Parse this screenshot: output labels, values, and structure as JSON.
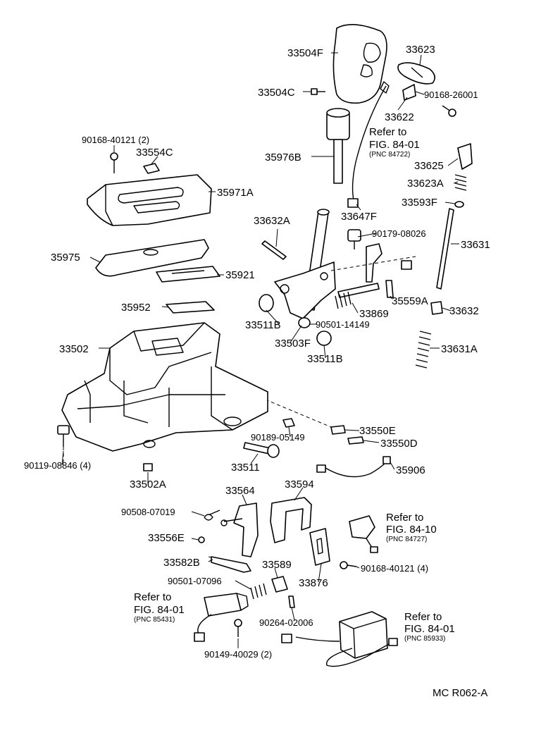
{
  "diagram_code": "MC  R062-A",
  "refs": {
    "r1": {
      "refer": "Refer to",
      "fig": "FIG. 84-01",
      "pnc": "(PNC 84722)"
    },
    "r2": {
      "refer": "Refer to",
      "fig": "FIG. 84-10",
      "pnc": "(PNC 84727)"
    },
    "r3": {
      "refer": "Refer to",
      "fig": "FIG. 84-01",
      "pnc": "(PNC 85431)"
    },
    "r4": {
      "refer": "Refer to",
      "fig": "FIG. 84-01",
      "pnc": "(PNC 85933)"
    }
  },
  "parts": {
    "p33504F": "33504F",
    "p33623": "33623",
    "p33504C": "33504C",
    "p90168_26001": "90168-26001",
    "p33622": "33622",
    "p90168_40121_2": "90168-40121 (2)",
    "p33554C": "33554C",
    "p35976B": "35976B",
    "p33625": "33625",
    "p33623A": "33623A",
    "p35971A": "35971A",
    "p33593F": "33593F",
    "p33647F": "33647F",
    "p33632A": "33632A",
    "p90179_08026": "90179-08026",
    "p33631": "33631",
    "p35975": "35975",
    "p35921": "35921",
    "p35559A": "35559A",
    "p35952": "35952",
    "p33869": "33869",
    "p33632": "33632",
    "p33511B_a": "33511B",
    "p90501_14149": "90501-14149",
    "p33503F": "33503F",
    "p33631A": "33631A",
    "p33511B_b": "33511B",
    "p33502": "33502",
    "p33550E": "33550E",
    "p90189_05149": "90189-05149",
    "p33550D": "33550D",
    "p90119_08846_4": "90119-08846 (4)",
    "p33511": "33511",
    "p35906": "35906",
    "p33502A": "33502A",
    "p33564": "33564",
    "p33594": "33594",
    "p90508_07019": "90508-07019",
    "p33556E": "33556E",
    "p33582B": "33582B",
    "p33589": "33589",
    "p90168_40121_4": "90168-40121 (4)",
    "p90501_07096": "90501-07096",
    "p33876": "33876",
    "p90264_02006": "90264-02006",
    "p90149_40029_2": "90149-40029 (2)"
  }
}
